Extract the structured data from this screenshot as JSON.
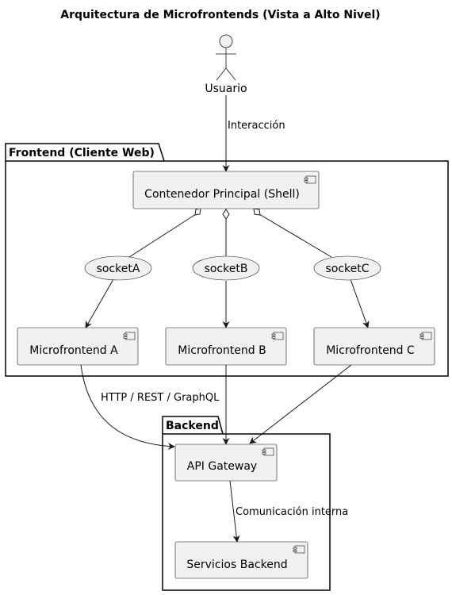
{
  "diagram": {
    "title": "Arquitectura de Microfrontends (Vista a Alto Nivel)",
    "actor": {
      "label": "Usuario"
    },
    "packages": {
      "frontend": {
        "label": "Frontend (Cliente Web)"
      },
      "backend": {
        "label": "Backend"
      }
    },
    "components": {
      "shell": "Contenedor Principal (Shell)",
      "mfe_a": "Microfrontend A",
      "mfe_b": "Microfrontend B",
      "mfe_c": "Microfrontend C",
      "api_gateway": "API Gateway",
      "servicios": "Servicios Backend"
    },
    "interfaces": {
      "socket_a": "socketA",
      "socket_b": "socketB",
      "socket_c": "socketC"
    },
    "edges": {
      "user_to_shell": "Interacción",
      "mfe_a_to_gateway": "HTTP / REST / GraphQL",
      "gateway_to_services": "Comunicación interna"
    }
  }
}
